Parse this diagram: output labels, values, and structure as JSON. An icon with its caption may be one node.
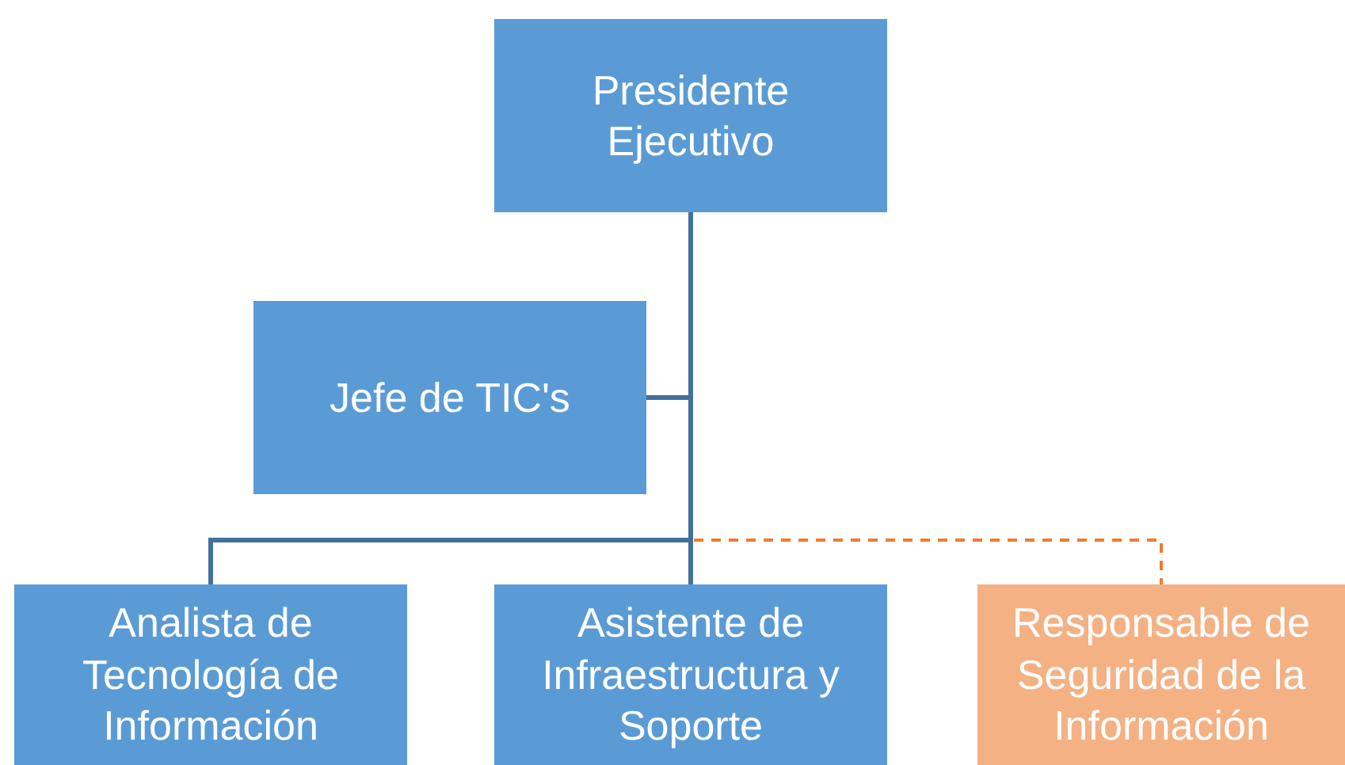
{
  "diagram": {
    "nodes": [
      {
        "text": [
          "Presidente Ejecutivo"
        ]
      },
      {
        "text": [
          "Jefe de TIC's"
        ]
      },
      {
        "text": [
          "Analista de Tecnología de Información"
        ]
      },
      {
        "text": [
          "Asistente de Infraestructura y Soporte"
        ]
      },
      {
        "text": [
          "Responsable de Seguridad de la Información"
        ]
      }
    ],
    "edges": [
      {
        "from": 0,
        "to": 1,
        "arrow": "none"
      },
      {
        "from": 0,
        "to": 2,
        "arrow": "none"
      },
      {
        "from": 0,
        "to": 3,
        "arrow": "none"
      },
      {
        "from": 0,
        "to": 4,
        "arrow": "none",
        "style": "dashed",
        "color": "#ed7d31"
      }
    ]
  }
}
